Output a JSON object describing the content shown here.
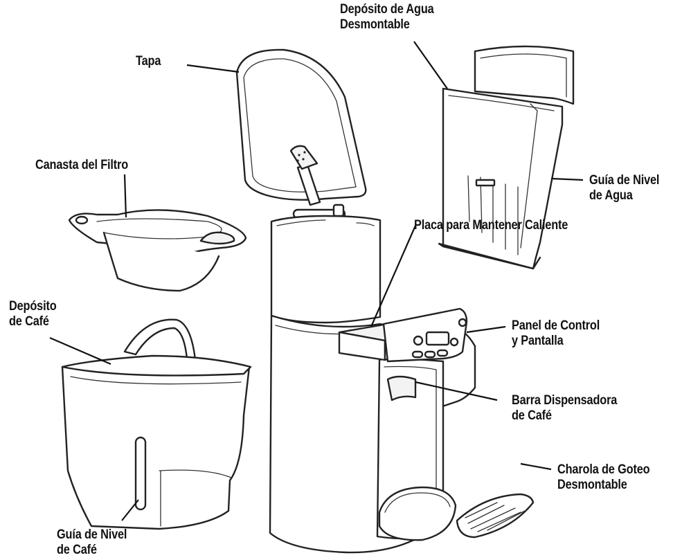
{
  "labels": {
    "tapa": [
      "Tapa"
    ],
    "deposito_agua": [
      "Depósito de Agua",
      "Desmontable"
    ],
    "canasta_filtro": [
      "Canasta del Filtro"
    ],
    "guia_nivel_agua": [
      "Guía de Nivel",
      "de Agua"
    ],
    "placa": [
      "Placa para Mantener Caliente"
    ],
    "deposito_cafe": [
      "Depósito",
      "de Café"
    ],
    "panel_control": [
      "Panel de Control",
      "y Pantalla"
    ],
    "barra_dispensadora": [
      "Barra Dispensadora",
      "de Café"
    ],
    "charola_goteo": [
      "Charola de Goteo",
      "Desmontable"
    ],
    "guia_nivel_cafe": [
      "Guía de Nivel",
      "de Café"
    ]
  }
}
